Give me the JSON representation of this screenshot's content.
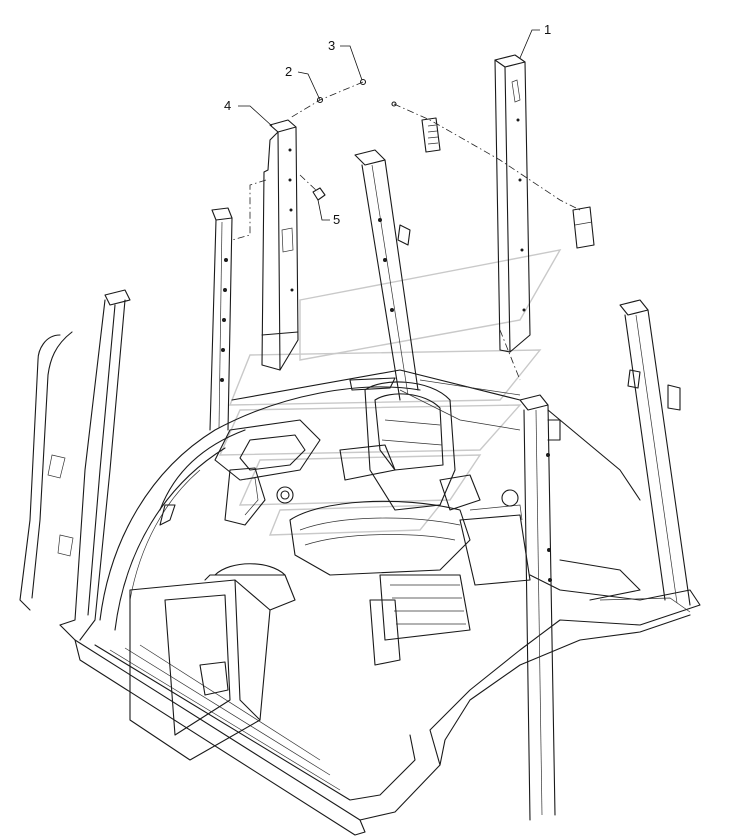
{
  "callouts": [
    {
      "id": "1",
      "label": "1"
    },
    {
      "id": "2",
      "label": "2"
    },
    {
      "id": "3",
      "label": "3"
    },
    {
      "id": "4",
      "label": "4"
    },
    {
      "id": "5",
      "label": "5"
    }
  ],
  "colors": {
    "line": "#1a1a1a",
    "watermark": "#c9c9c9",
    "background": "#ffffff"
  }
}
